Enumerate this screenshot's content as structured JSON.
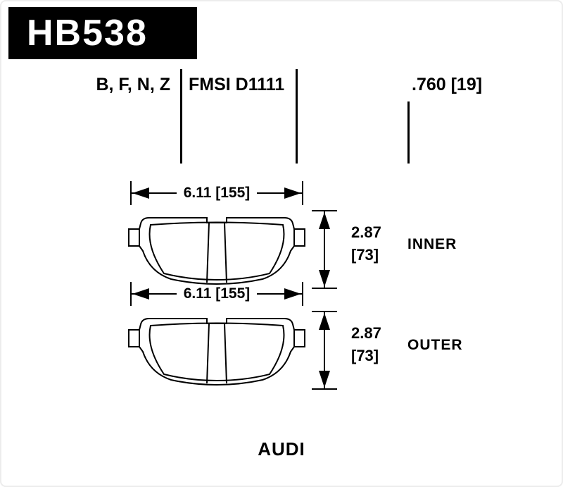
{
  "part_header": {
    "part_number": "HB538"
  },
  "spec_row": {
    "compounds": "B, F, N, Z",
    "fmsi": "FMSI D1111",
    "pad_thickness": ".760 [19]"
  },
  "pads": [
    {
      "position_label": "INNER",
      "width_dim": "6.11 [155]",
      "thickness_in": "2.87",
      "thickness_mm": "[73]"
    },
    {
      "position_label": "OUTER",
      "width_dim": "6.11 [155]",
      "thickness_in": "2.87",
      "thickness_mm": "[73]"
    }
  ],
  "footer": {
    "vehicle_make": "AUDI"
  },
  "colors": {
    "header_bg": "#000000",
    "header_text": "#ffffff",
    "line_color": "#000000",
    "background": "#ffffff"
  }
}
